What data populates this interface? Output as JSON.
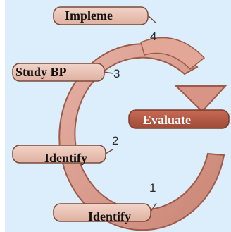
{
  "steps": [
    {
      "number": "1",
      "label": "Identify"
    },
    {
      "number": "2",
      "label": "Identify"
    },
    {
      "number": "3",
      "label": "Study BP"
    },
    {
      "number": "4",
      "label": "Impleme"
    }
  ],
  "evaluate_label": "Evaluate",
  "colors": {
    "background": "#dceefb",
    "pill_fill": "#e8c0b2",
    "pill_stroke": "#7a4a3a",
    "cycle_fill": "#d99a8b",
    "cycle_stroke": "#9c5a4a",
    "evaluate_fill": "#b35a47"
  }
}
